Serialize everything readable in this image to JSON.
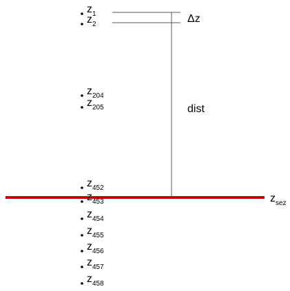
{
  "diagram": {
    "points": [
      {
        "base": "z",
        "index": "1"
      },
      {
        "base": "z",
        "index": "2"
      },
      {
        "base": "z",
        "index": "204"
      },
      {
        "base": "z",
        "index": "205"
      },
      {
        "base": "z",
        "index": "452"
      },
      {
        "base": "z",
        "index": "453"
      },
      {
        "base": "z",
        "index": "454"
      },
      {
        "base": "z",
        "index": "455"
      },
      {
        "base": "z",
        "index": "456"
      },
      {
        "base": "z",
        "index": "457"
      },
      {
        "base": "z",
        "index": "458"
      }
    ],
    "delta_label": "Δz",
    "dist_label": "dist",
    "section": {
      "base": "z",
      "index": "sez"
    },
    "colors": {
      "section_line": "#cc0000",
      "guide_lines": "#555555",
      "text": "#000000"
    }
  }
}
